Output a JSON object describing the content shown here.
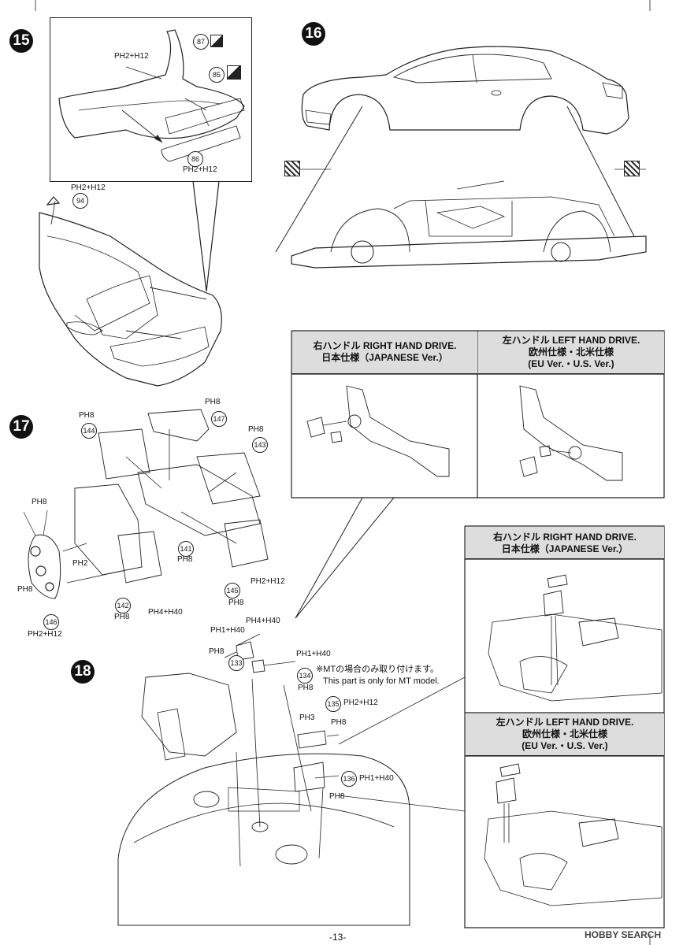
{
  "steps": {
    "s15": "15",
    "s16": "16",
    "s17": "17",
    "s18": "18"
  },
  "parts15": {
    "p87": "87",
    "p85": "85",
    "p86": "86",
    "p94": "94",
    "l1": "PH2+H12",
    "l2": "PH2+H12",
    "l3": "PH2+H12"
  },
  "parts17": {
    "p144": "144",
    "p147": "147",
    "p143": "143",
    "p141": "141",
    "p145": "145",
    "p142": "142",
    "p146": "146",
    "l144": "PH8",
    "l147": "PH8",
    "l143": "PH8",
    "lleft": "PH8",
    "lbelt": "PH8",
    "lmid": "PH2",
    "l141": "PH8",
    "l145a": "PH2+H12",
    "l145b": "PH8",
    "l142": "PH8",
    "l142b": "PH4+H40",
    "l146": "PH2+H12"
  },
  "parts18": {
    "p133": "133",
    "p134": "134",
    "p135": "135",
    "p136": "136",
    "l133a": "PH1+H40",
    "l133b": "PH8",
    "l133c": "PH4+H40",
    "l134a": "PH1+H40",
    "l134b": "PH8",
    "l135a": "PH2+H12",
    "l135b": "PH3",
    "l135c": "PH8",
    "l136a": "PH1+H40",
    "l136b": "PH8"
  },
  "note": {
    "jp": "※MTの場合のみ取り付けます。",
    "en": "This part is only for MT model."
  },
  "rhd_top": {
    "l1": "右ハンドル RIGHT HAND DRIVE.",
    "l2": "日本仕様（JAPANESE Ver.）"
  },
  "lhd_top": {
    "l1": "左ハンドル LEFT HAND DRIVE.",
    "l2": "欧州仕様・北米仕様",
    "l3": "(EU Ver.・U.S. Ver.)"
  },
  "rhd_side": {
    "l1": "右ハンドル RIGHT HAND DRIVE.",
    "l2": "日本仕様（JAPANESE Ver.）"
  },
  "lhd_side": {
    "l1": "左ハンドル LEFT HAND DRIVE.",
    "l2": "欧州仕様・北米仕様",
    "l3": "(EU Ver.・U.S. Ver.)"
  },
  "page": "-13-",
  "watermark": "HOBBY SEARCH"
}
